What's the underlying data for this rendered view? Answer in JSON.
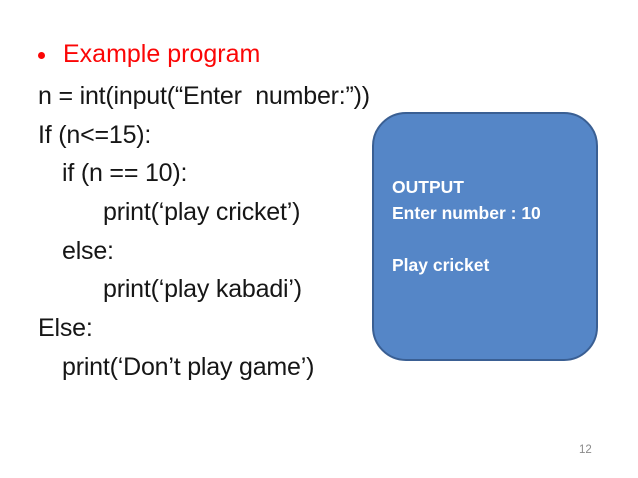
{
  "slide": {
    "heading": {
      "text": "Example program",
      "color": "#fb0606"
    },
    "code_lines": [
      {
        "text": "n = int(input(“Enter  number:”))",
        "indent": 0
      },
      {
        "text": "If (n<=15):",
        "indent": 0
      },
      {
        "text": "if (n == 10):",
        "indent": 1
      },
      {
        "text": "print(‘play cricket’)",
        "indent": 2
      },
      {
        "text": "else:",
        "indent": 1
      },
      {
        "text": "print(‘play kabadi’)",
        "indent": 2
      },
      {
        "text": "Else:",
        "indent": 0
      },
      {
        "text": "print(‘Don’t play game’)",
        "indent": 1
      }
    ],
    "output_box": {
      "fill_color": "#5586c7",
      "border_color": "#3a5f93",
      "text_color": "#ffffff",
      "lines": [
        "OUTPUT",
        "Enter number : 10",
        "",
        "Play cricket"
      ]
    },
    "page_number": "12",
    "text_color": "#161616",
    "background_color": "#ffffff"
  }
}
